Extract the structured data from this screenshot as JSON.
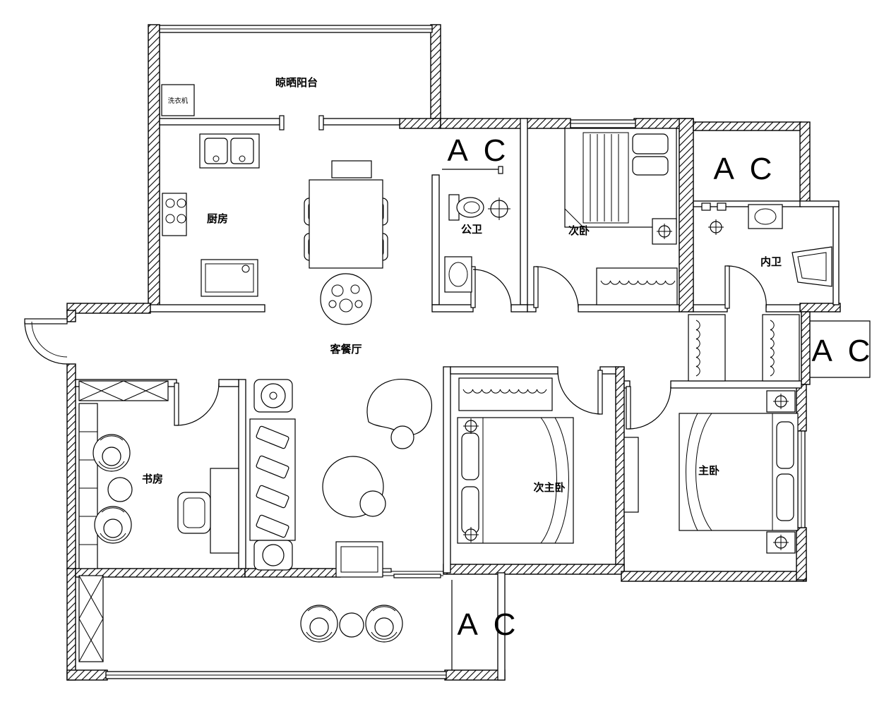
{
  "plan": {
    "rooms": {
      "drying_balcony": "晾晒阳台",
      "washing_machine": "洗衣机",
      "kitchen": "厨房",
      "public_bathroom": "公卫",
      "secondary_bedroom": "次卧",
      "inner_bathroom": "内卫",
      "living_dining": "客餐厅",
      "study": "书房",
      "secondary_master_bedroom": "次主卧",
      "master_bedroom": "主卧"
    },
    "ac_label": "A C",
    "colors": {
      "wall": "#000000",
      "line": "#1a1a1a",
      "background": "#ffffff"
    }
  }
}
